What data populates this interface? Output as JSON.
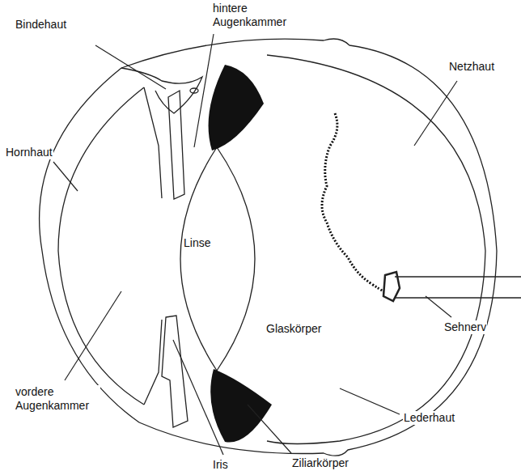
{
  "diagram": {
    "labels": [
      "Bindehaut",
      "hintere Augenkammer",
      "Netzhaut",
      "Hornhaut",
      "Linse",
      "Glaskörper",
      "Sehnerv",
      "vordere Augenkammer",
      "Lederhaut",
      "Iris",
      "Ziliarkörper"
    ]
  }
}
